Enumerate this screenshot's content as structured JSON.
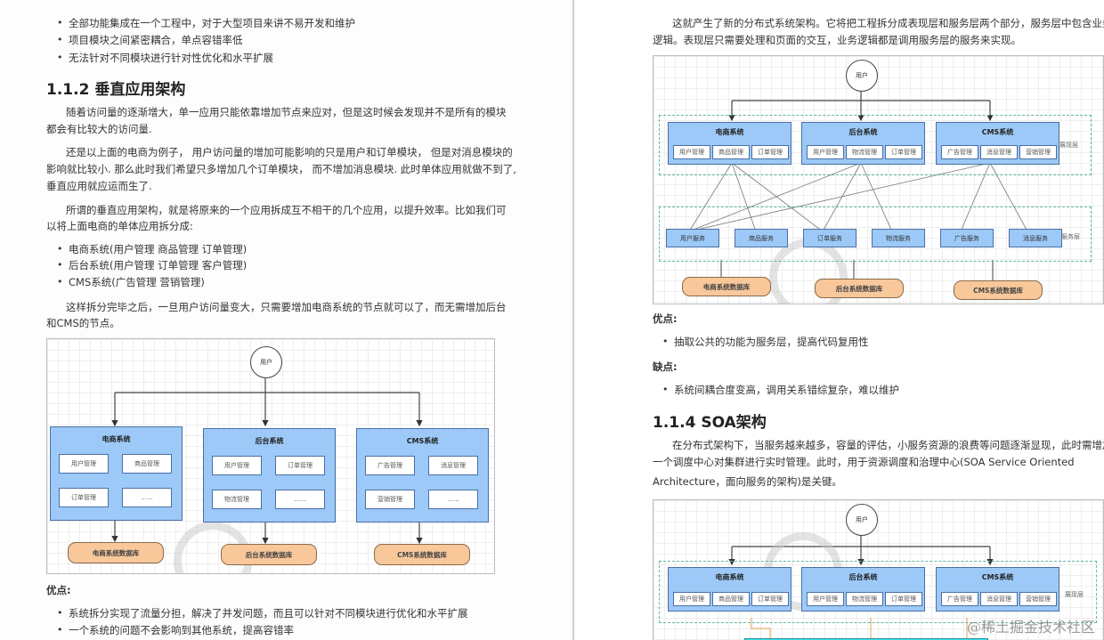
{
  "left_page": {
    "top_bullets": [
      "全部功能集成在一个工程中，对于大型项目来讲不易开发和维护",
      "项目模块之间紧密耦合，单点容错率低",
      "无法针对不同模块进行针对性优化和水平扩展"
    ],
    "heading": "1.1.2 垂直应用架构",
    "para1_line1": "随着访问量的逐渐增大，单一应用只能依靠增加节点来应对，但是这时候会发现并不是所有的模块",
    "para1_line2": "都会有比较大的访问量.",
    "para2_line1": "还是以上面的电商为例子， 用户访问量的增加可能影响的只是用户和订单模块， 但是对消息模块的",
    "para2_line2": "影响就比较小. 那么此时我们希望只多增加几个订单模块， 而不增加消息模块. 此时单体应用就做不到了,",
    "para2_line3": "垂直应用就应运而生了.",
    "para3_line1": "所谓的垂直应用架构，就是将原来的一个应用拆成互不相干的几个应用，以提升效率。比如我们可",
    "para3_line2": "以将上面电商的单体应用拆分成:",
    "split_bullets": [
      "电商系统(用户管理 商品管理 订单管理)",
      "后台系统(用户管理 订单管理 客户管理)",
      "CMS系统(广告管理 营销管理)"
    ],
    "para4_line1": "这样拆分完毕之后，一旦用户访问量变大，只需要增加电商系统的节点就可以了，而无需增加后台",
    "para4_line2": "和CMS的节点。",
    "diagram": {
      "user": "用户",
      "systems": [
        {
          "title": "电商系统",
          "modules": [
            "用户管理",
            "商品管理",
            "订单管理",
            "......"
          ],
          "db": "电商系统数据库"
        },
        {
          "title": "后台系统",
          "modules": [
            "用户管理",
            "订单管理",
            "物流管理",
            "......"
          ],
          "db": "后台系统数据库"
        },
        {
          "title": "CMS系统",
          "modules": [
            "广告管理",
            "消息管理",
            "营销管理",
            "......"
          ],
          "db": "CMS系统数据库"
        }
      ]
    },
    "pros_label": "优点:",
    "pros": [
      "系统拆分实现了流量分担，解决了并发问题，而且可以针对不同模块进行优化和水平扩展",
      "一个系统的问题不会影响到其他系统，提高容错率"
    ]
  },
  "right_page": {
    "intro_line1": "这就产生了新的分布式系统架构。它将把工程拆分成表现层和服务层两个部分，服务层中包含业务",
    "intro_line2": "逻辑。表现层只需要处理和页面的交互，业务逻辑都是调用服务层的服务来实现。",
    "diagram1": {
      "user": "用户",
      "presentation_label": "展现层",
      "service_label": "服务层",
      "systems": [
        {
          "title": "电商系统",
          "modules": [
            "用户管理",
            "商品管理",
            "订单管理"
          ]
        },
        {
          "title": "后台系统",
          "modules": [
            "用户管理",
            "物流管理",
            "订单管理"
          ]
        },
        {
          "title": "CMS系统",
          "modules": [
            "广告管理",
            "消息管理",
            "营销管理"
          ]
        }
      ],
      "services": [
        "用户服务",
        "商品服务",
        "订单服务",
        "物流服务",
        "广告服务",
        "消息服务"
      ],
      "dbs": [
        "电商系统数据库",
        "后台系统数据库",
        "CMS系统数据库"
      ]
    },
    "pros_label": "优点",
    "pros": [
      "抽取公共的功能为服务层，提高代码复用性"
    ],
    "cons_label": "缺点",
    "cons": [
      "系统间耦合度变高，调用关系错综复杂，难以维护"
    ],
    "heading": "1.1.4 SOA架构",
    "soa_line1": "在分布式架构下，当服务越来越多，容量的评估，小服务资源的浪费等问题逐渐显现，此时需增加",
    "soa_line2": "一个调度中心对集群进行实时管理。此时，用于资源调度和治理中心(SOA Service Oriented",
    "soa_line3": "Architecture，面向服务的架构)是关键。",
    "diagram2": {
      "user": "用户",
      "presentation_label": "展现层",
      "systems": [
        {
          "title": "电商系统",
          "modules": [
            "用户管理",
            "商品管理",
            "订单管理"
          ]
        },
        {
          "title": "后台系统",
          "modules": [
            "用户管理",
            "物流管理",
            "订单管理"
          ]
        },
        {
          "title": "CMS系统",
          "modules": [
            "广告管理",
            "消息管理",
            "营销管理"
          ]
        }
      ]
    }
  },
  "watermark": "@稀土掘金技术社区"
}
